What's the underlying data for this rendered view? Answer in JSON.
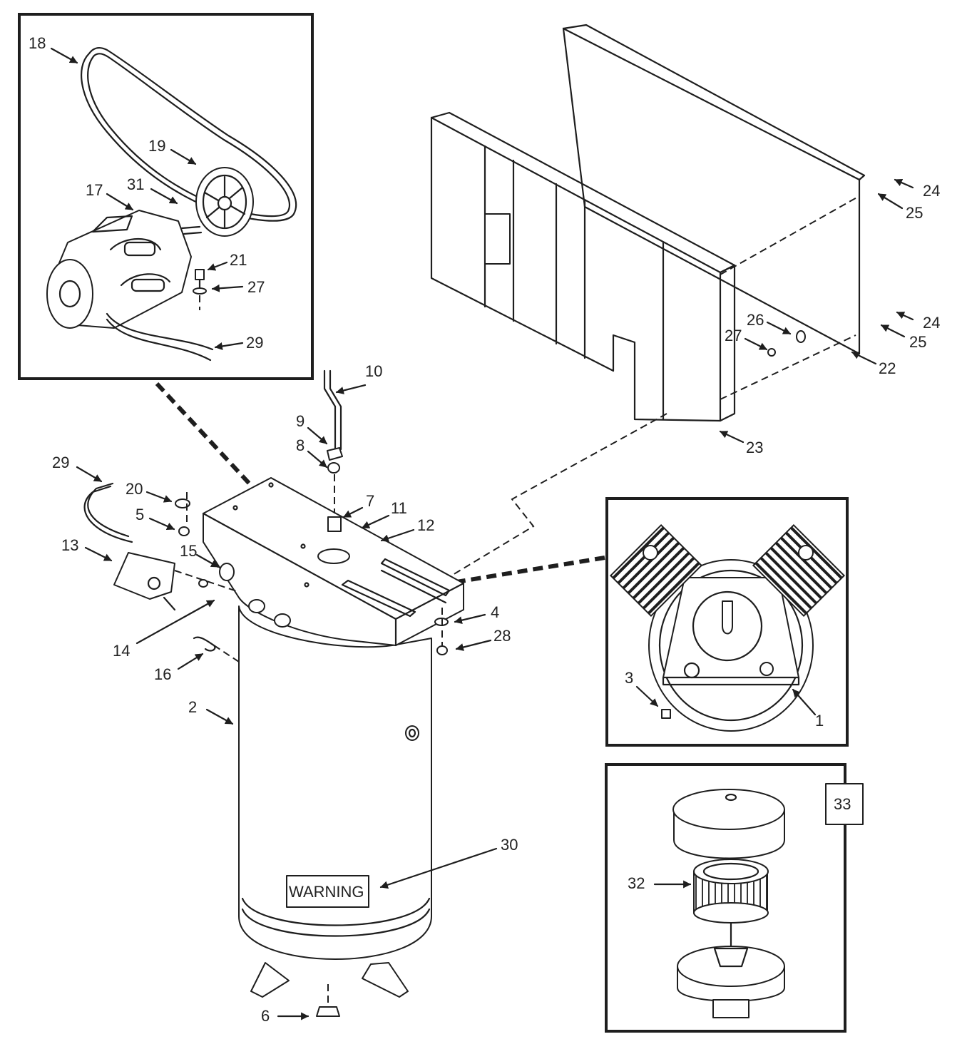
{
  "diagram": {
    "warning_label": "WARNING",
    "inset_label": "33",
    "callouts": [
      {
        "id": "c18",
        "text": "18"
      },
      {
        "id": "c19",
        "text": "19"
      },
      {
        "id": "c17",
        "text": "17"
      },
      {
        "id": "c31",
        "text": "31"
      },
      {
        "id": "c21",
        "text": "21"
      },
      {
        "id": "c27a",
        "text": "27"
      },
      {
        "id": "c29a",
        "text": "29"
      },
      {
        "id": "c10",
        "text": "10"
      },
      {
        "id": "c9",
        "text": "9"
      },
      {
        "id": "c8",
        "text": "8"
      },
      {
        "id": "c29b",
        "text": "29"
      },
      {
        "id": "c20",
        "text": "20"
      },
      {
        "id": "c5",
        "text": "5"
      },
      {
        "id": "c7",
        "text": "7"
      },
      {
        "id": "c11",
        "text": "11"
      },
      {
        "id": "c12",
        "text": "12"
      },
      {
        "id": "c13",
        "text": "13"
      },
      {
        "id": "c15",
        "text": "15"
      },
      {
        "id": "c14",
        "text": "14"
      },
      {
        "id": "c16",
        "text": "16"
      },
      {
        "id": "c2",
        "text": "2"
      },
      {
        "id": "c4",
        "text": "4"
      },
      {
        "id": "c28",
        "text": "28"
      },
      {
        "id": "c30",
        "text": "30"
      },
      {
        "id": "c6",
        "text": "6"
      },
      {
        "id": "c24a",
        "text": "24"
      },
      {
        "id": "c25a",
        "text": "25"
      },
      {
        "id": "c26",
        "text": "26"
      },
      {
        "id": "c27b",
        "text": "27"
      },
      {
        "id": "c24b",
        "text": "24"
      },
      {
        "id": "c25b",
        "text": "25"
      },
      {
        "id": "c22",
        "text": "22"
      },
      {
        "id": "c23",
        "text": "23"
      },
      {
        "id": "c3",
        "text": "3"
      },
      {
        "id": "c1",
        "text": "1"
      },
      {
        "id": "c32",
        "text": "32"
      }
    ]
  }
}
